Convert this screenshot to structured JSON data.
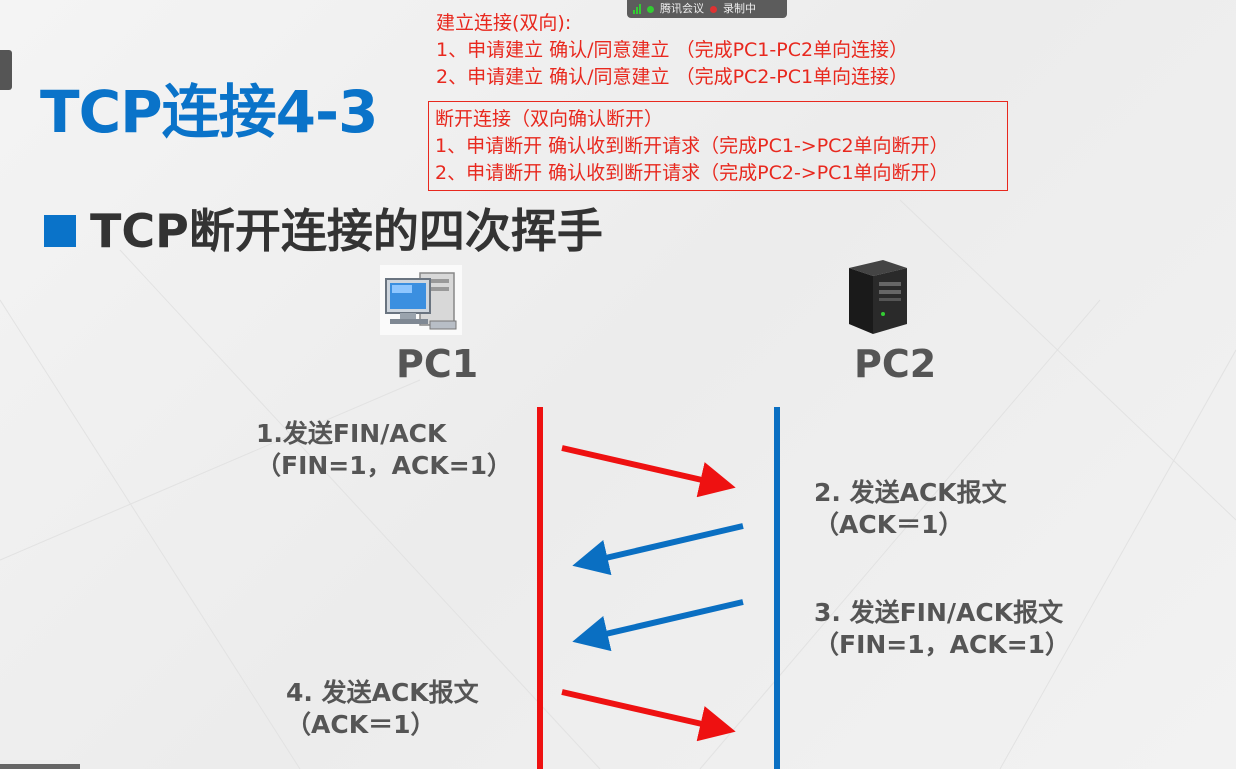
{
  "meeting_bar": {
    "app_name": "腾讯会议",
    "recording_label": "录制中",
    "colors": {
      "signal": "#33cc33",
      "recording": "#dd3333"
    }
  },
  "title": "TCP连接4-3",
  "subtitle": "TCP断开连接的四次挥手",
  "notes": {
    "establish": {
      "heading": "建立连接(双向):",
      "lines": [
        "1、申请建立   确认/同意建立   （完成PC1-PC2单向连接）",
        "2、申请建立   确认/同意建立   （完成PC2-PC1单向连接）"
      ]
    },
    "disconnect": {
      "heading": "断开连接（双向确认断开）",
      "lines": [
        "1、申请断开 确认收到断开请求（完成PC1->PC2单向断开）",
        "2、申请断开 确认收到断开请求（完成PC2->PC1单向断开）"
      ]
    }
  },
  "nodes": {
    "pc1": {
      "label": "PC1",
      "icon": "desktop-computer-icon",
      "color": "#ee1111"
    },
    "pc2": {
      "label": "PC2",
      "icon": "server-tower-icon",
      "color": "#0a6fc2"
    }
  },
  "steps": [
    {
      "line1": "1.发送FIN/ACK",
      "line2": "（FIN=1，ACK=1）",
      "direction": "PC1->PC2"
    },
    {
      "line1": "2. 发送ACK报文",
      "line2": "（ACK＝1）",
      "direction": "PC2->PC1"
    },
    {
      "line1": "3. 发送FIN/ACK报文",
      "line2": "（FIN=1，ACK=1）",
      "direction": "PC2->PC1"
    },
    {
      "line1": "4. 发送ACK报文",
      "line2": "（ACK＝1）",
      "direction": "PC1->PC2"
    }
  ],
  "colors": {
    "title": "#0a73c9",
    "note_red": "#e8281e",
    "arrow_red": "#ee1111",
    "arrow_blue": "#0a6fc2"
  }
}
